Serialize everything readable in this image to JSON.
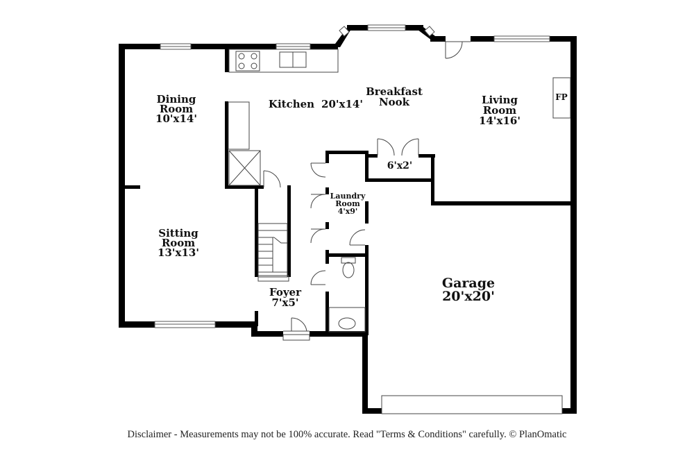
{
  "rooms": {
    "dining": {
      "name1": "Dining",
      "name2": "Room",
      "dims": "10'x14'"
    },
    "kitchen": {
      "name": "Kitchen",
      "dims": "20'x14'"
    },
    "breakfast": {
      "name1": "Breakfast",
      "name2": "Nook"
    },
    "living": {
      "name1": "Living",
      "name2": "Room",
      "dims": "14'x16'"
    },
    "fireplace": {
      "name": "FP"
    },
    "closet": {
      "dims": "6'x2'"
    },
    "laundry": {
      "name1": "Laundry",
      "name2": "Room",
      "dims": "4'x9'"
    },
    "sitting": {
      "name1": "Sitting",
      "name2": "Room",
      "dims": "13'x13'"
    },
    "foyer": {
      "name": "Foyer",
      "dims": "7'x5'"
    },
    "garage": {
      "name": "Garage",
      "dims": "20'x20'"
    }
  },
  "disclaimer": "Disclaimer - Measurements may not be 100% accurate. Read \"Terms & Conditions\" carefully. © PlanOmatic"
}
